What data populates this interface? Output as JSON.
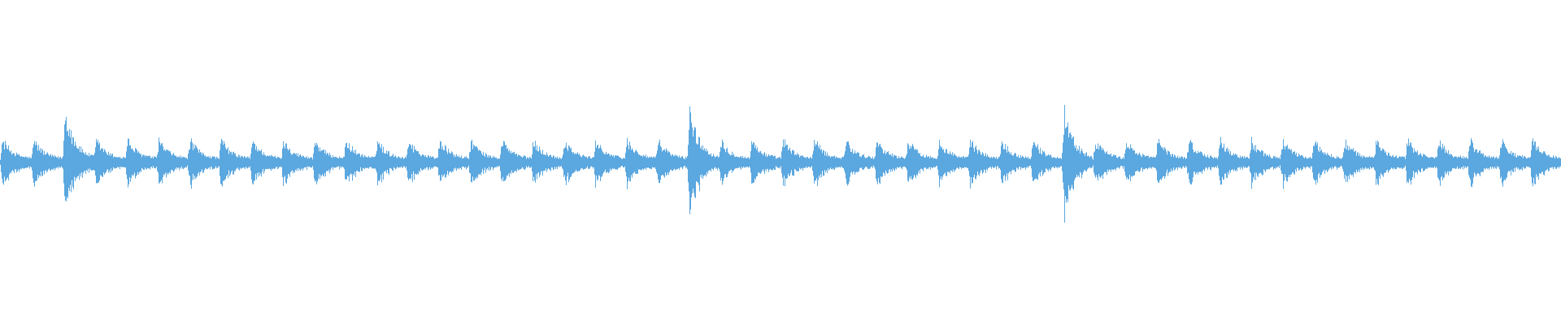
{
  "waveform": {
    "color": "#5ba7df",
    "beats": 50,
    "accent_beats": [
      2,
      22,
      34
    ],
    "amplitude": {
      "base": 0.2,
      "accent": 0.46,
      "baseline": 0.035
    }
  }
}
